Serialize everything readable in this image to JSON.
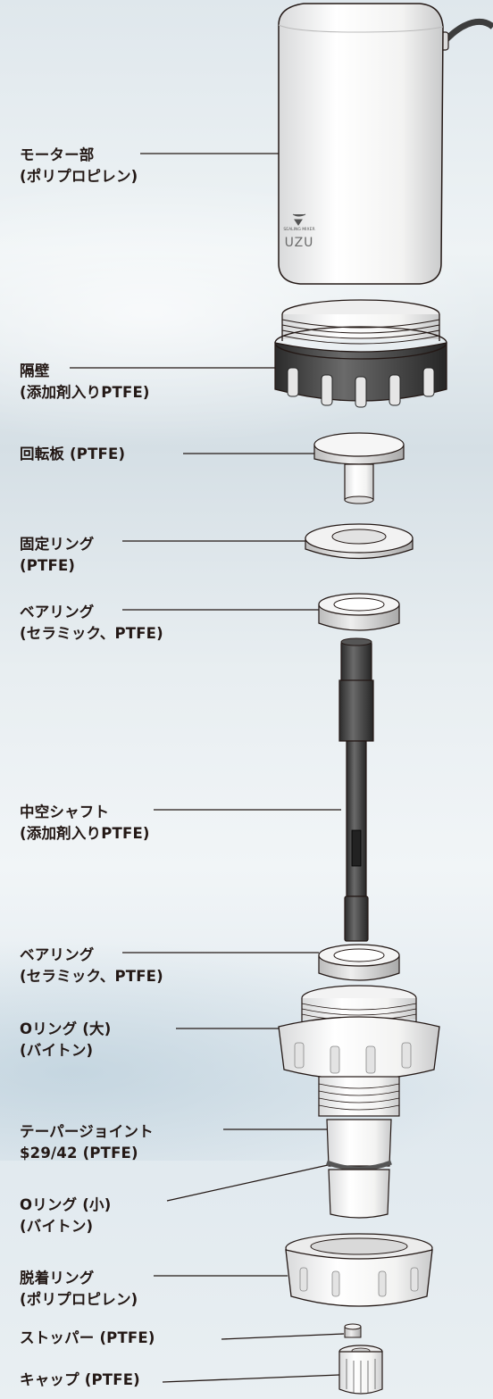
{
  "product": {
    "brand_small": "SEALING MIXER",
    "brand_logo": "UZU",
    "logo_icon": "swirl-icon"
  },
  "labels": [
    {
      "line1": "モーター部",
      "line2": "(ポリプロピレン)"
    },
    {
      "line1": "隔壁",
      "line2": "(添加剤入りPTFE)"
    },
    {
      "line1": "回転板 (PTFE)",
      "line2": ""
    },
    {
      "line1": "固定リング",
      "line2": "(PTFE)"
    },
    {
      "line1": "ベアリング",
      "line2": "(セラミック、PTFE)"
    },
    {
      "line1": "中空シャフト",
      "line2": "(添加剤入りPTFE)"
    },
    {
      "line1": "ベアリング",
      "line2": "(セラミック、PTFE)"
    },
    {
      "line1": "Oリング (大)",
      "line2": "(バイトン)"
    },
    {
      "line1": "テーパージョイント",
      "line2": "$29/42 (PTFE)"
    },
    {
      "line1": "Oリング (小)",
      "line2": "(バイトン)"
    },
    {
      "line1": "脱着リング",
      "line2": "(ポリプロピレン)"
    },
    {
      "line1": "ストッパー (PTFE)",
      "line2": ""
    },
    {
      "line1": "キャップ (PTFE)",
      "line2": ""
    }
  ],
  "colors": {
    "background": "#e6edf1",
    "part_white": "#f7f7f5",
    "part_dark": "#3a3a3a",
    "outline": "#231815"
  }
}
